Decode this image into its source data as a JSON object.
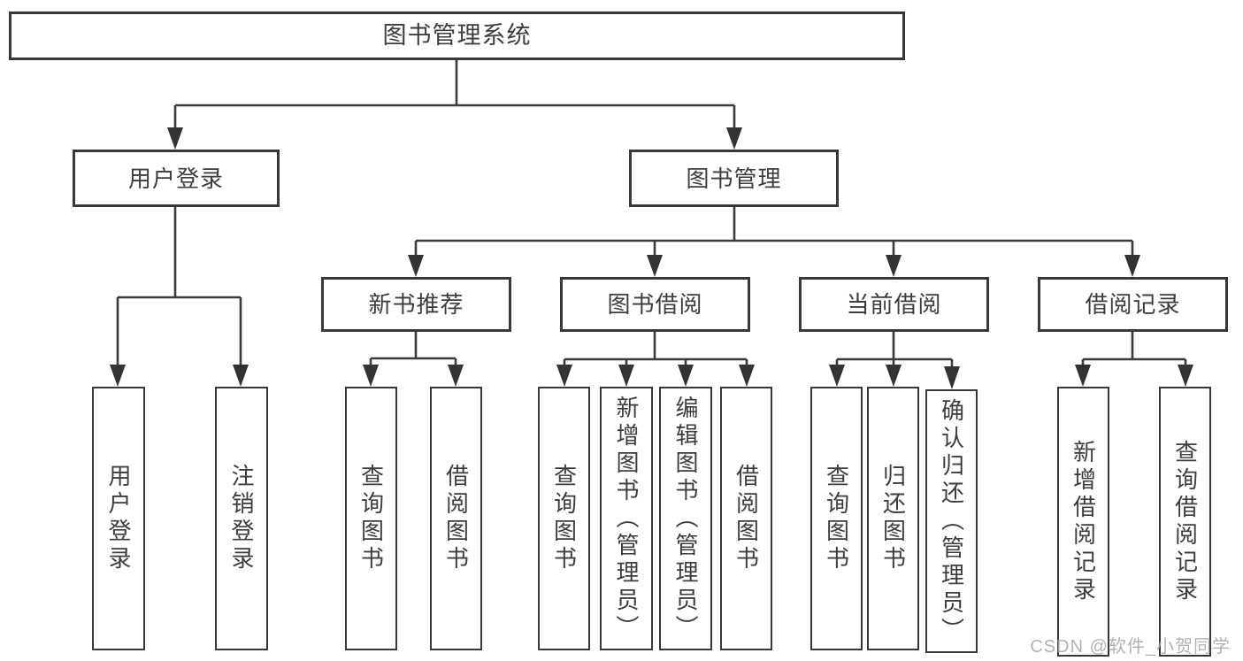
{
  "tree": {
    "root": {
      "label": "图书管理系统",
      "children": [
        {
          "label": "用户登录",
          "children": [
            {
              "label": "用户登录"
            },
            {
              "label": "注销登录"
            }
          ]
        },
        {
          "label": "图书管理",
          "children": [
            {
              "label": "新书推荐",
              "children": [
                {
                  "label": "查询图书"
                },
                {
                  "label": "借阅图书"
                }
              ]
            },
            {
              "label": "图书借阅",
              "children": [
                {
                  "label": "查询图书"
                },
                {
                  "label": "新增图书（管理员）"
                },
                {
                  "label": "编辑图书（管理员）"
                },
                {
                  "label": "借阅图书"
                }
              ]
            },
            {
              "label": "当前借阅",
              "children": [
                {
                  "label": "查询图书"
                },
                {
                  "label": "归还图书"
                },
                {
                  "label": "确认归还（管理员）"
                }
              ]
            },
            {
              "label": "借阅记录",
              "children": [
                {
                  "label": "新增借阅记录"
                },
                {
                  "label": "查询借阅记录"
                }
              ]
            }
          ]
        }
      ]
    }
  },
  "watermark": {
    "text": "CSDN @软件_小贺同学"
  },
  "colors": {
    "line": "#3c3c3c",
    "box_border": "#383838",
    "text": "#3d3d3d",
    "watermark": "#a4a4a4",
    "background": "#ffffff"
  }
}
